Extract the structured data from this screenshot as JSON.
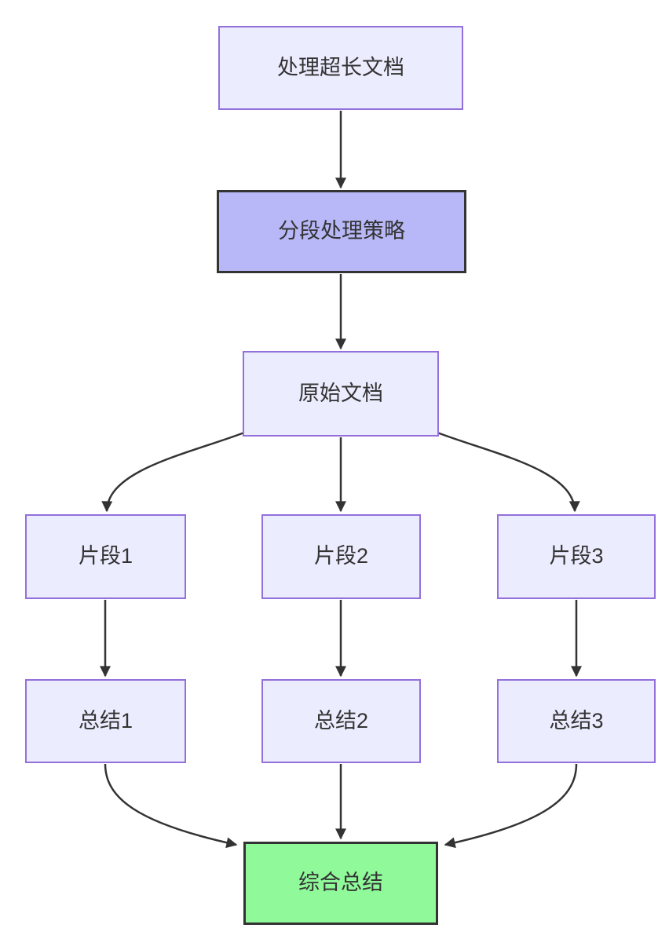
{
  "diagram": {
    "type": "flowchart",
    "direction": "top-down",
    "nodes": [
      {
        "id": "A",
        "label": "处理超长文档",
        "style": "default"
      },
      {
        "id": "B",
        "label": "分段处理策略",
        "style": "highlight"
      },
      {
        "id": "C",
        "label": "原始文档",
        "style": "default"
      },
      {
        "id": "D1",
        "label": "片段1",
        "style": "default"
      },
      {
        "id": "D2",
        "label": "片段2",
        "style": "default"
      },
      {
        "id": "D3",
        "label": "片段3",
        "style": "default"
      },
      {
        "id": "E1",
        "label": "总结1",
        "style": "default"
      },
      {
        "id": "E2",
        "label": "总结2",
        "style": "default"
      },
      {
        "id": "E3",
        "label": "总结3",
        "style": "default"
      },
      {
        "id": "F",
        "label": "综合总结",
        "style": "success"
      }
    ],
    "edges": [
      {
        "from": "处理超长文档",
        "to": "分段处理策略"
      },
      {
        "from": "分段处理策略",
        "to": "原始文档"
      },
      {
        "from": "原始文档",
        "to": "片段1"
      },
      {
        "from": "原始文档",
        "to": "片段2"
      },
      {
        "from": "原始文档",
        "to": "片段3"
      },
      {
        "from": "片段1",
        "to": "总结1"
      },
      {
        "from": "片段2",
        "to": "总结2"
      },
      {
        "from": "片段3",
        "to": "总结3"
      },
      {
        "from": "总结1",
        "to": "综合总结"
      },
      {
        "from": "总结2",
        "to": "综合总结"
      },
      {
        "from": "总结3",
        "to": "综合总结"
      }
    ],
    "colors": {
      "background": "#FFFFFF",
      "node_fill": "#ECECFF",
      "node_border": "#9370DB",
      "highlight_fill": "#B8B8F8",
      "highlight_border": "#333333",
      "success_fill": "#90F99A",
      "success_border": "#333333",
      "edge": "#333333",
      "text": "#333333"
    }
  }
}
